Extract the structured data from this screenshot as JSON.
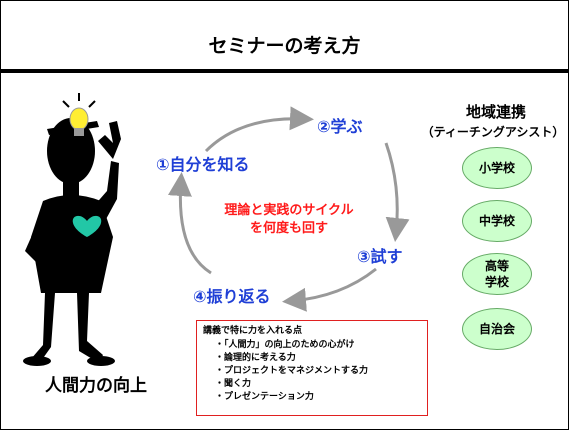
{
  "slide": {
    "title": "セミナーの考え方"
  },
  "cycle": {
    "steps": [
      {
        "label": "①自分を知る"
      },
      {
        "label": "②学ぶ"
      },
      {
        "label": "③試す"
      },
      {
        "label": "④振り返る"
      }
    ],
    "center_lines": [
      "理論と実践のサイクル",
      "を何度も回す"
    ],
    "arrow_color": "#999999",
    "step_color": "#1f3fd6",
    "center_color": "#ff1a1a"
  },
  "figure": {
    "caption": "人間力の向上",
    "icons": [
      "thinking-person-icon",
      "lightbulb-icon",
      "heart-icon"
    ]
  },
  "region": {
    "title": "地域連携",
    "subtitle": "（ティーチングアシスト）",
    "items": [
      {
        "label": "小学校"
      },
      {
        "label": "中学校"
      },
      {
        "label": "高等\n学校"
      },
      {
        "label": "自治会"
      }
    ],
    "bubble_color": "#ccffcc"
  },
  "notes": {
    "heading": "講義で特に力を入れる点",
    "items": [
      "・「人間力」の向上のための心がけ",
      "・論理的に考える力",
      "・プロジェクトをマネジメントする力",
      "・聞く力",
      "・プレゼンテーション力"
    ],
    "border_color": "#e02020"
  }
}
